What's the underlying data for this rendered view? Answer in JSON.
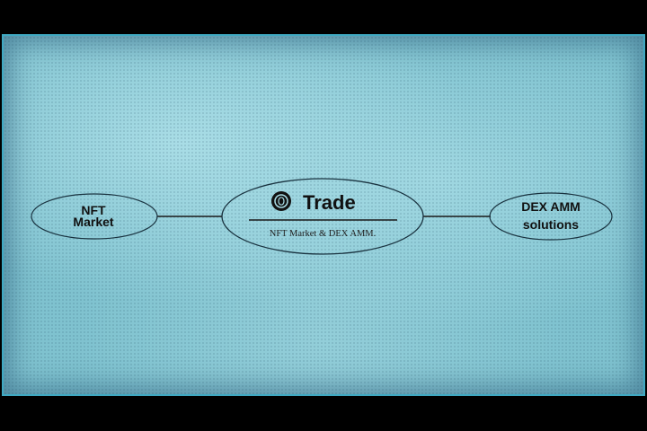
{
  "center": {
    "title": "Trade",
    "subtitle": "NFT Market & DEX AMM.",
    "icon": "coin-icon"
  },
  "left": {
    "line1": "NFT",
    "line2": "Market"
  },
  "right": {
    "line1": "DEX AMM",
    "line2": "solutions"
  },
  "colors": {
    "screen": "#7fc2cf",
    "border": "#3fa9c2",
    "ink": "#111111"
  }
}
